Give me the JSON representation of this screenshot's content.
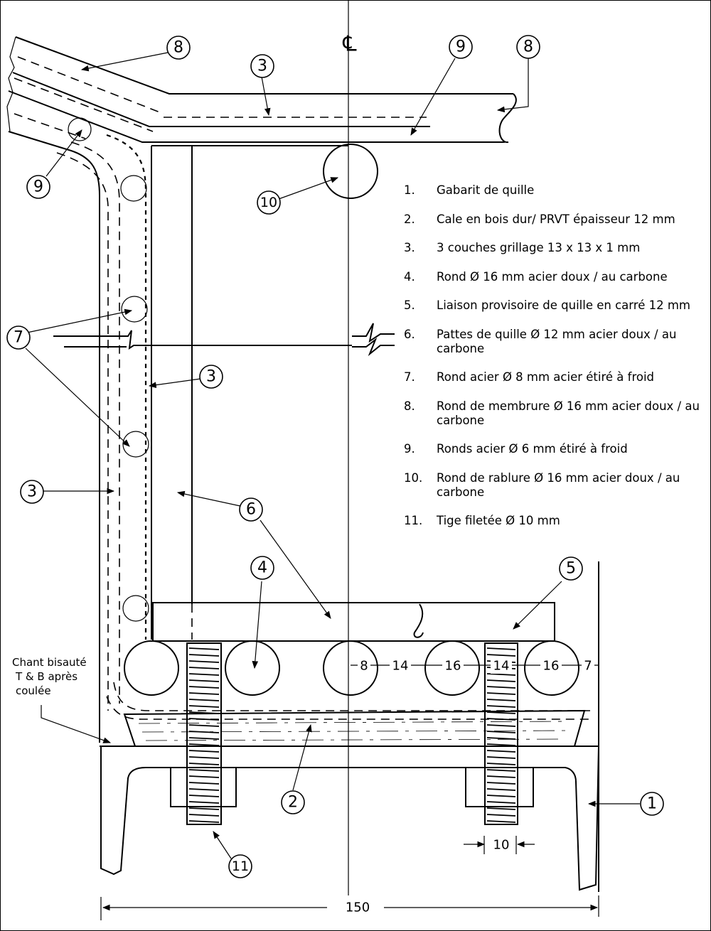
{
  "drawing": {
    "centerline_symbol": "℄",
    "overall_width_dimension": "150",
    "rod_spacing_dimensions": [
      "8",
      "14",
      "16",
      "14",
      "16",
      "7"
    ],
    "threaded_rod_width_dimension": "10",
    "edge_note": [
      "Chant bisauté",
      "T & B après",
      "coulée"
    ],
    "callouts": {
      "c8_top_left": "8",
      "c3_top": "3",
      "c9_top": "9",
      "c8_top_right": "8",
      "c9_left": "9",
      "c10": "10",
      "c7": "7",
      "c3_mid": "3",
      "c3_left": "3",
      "c6": "6",
      "c4": "4",
      "c5": "5",
      "c2": "2",
      "c11": "11",
      "c1": "1"
    }
  },
  "legend": [
    {
      "num": "1.",
      "text": "Gabarit de quille"
    },
    {
      "num": "2.",
      "text": "Cale en bois dur/ PRVT épaisseur 12 mm"
    },
    {
      "num": "3.",
      "text": "3 couches grillage 13 x 13 x 1 mm"
    },
    {
      "num": "4.",
      "text": "Rond Ø 16 mm acier doux / au carbone"
    },
    {
      "num": "5.",
      "text": "Liaison provisoire de quille en carré 12 mm"
    },
    {
      "num": "6.",
      "text": "Pattes de quille Ø 12 mm acier doux / au carbone"
    },
    {
      "num": "7.",
      "text": "Rond acier Ø 8 mm acier étiré à froid"
    },
    {
      "num": "8.",
      "text": "Rond de membrure Ø 16 mm acier doux / au carbone"
    },
    {
      "num": "9.",
      "text": "Ronds acier Ø 6 mm étiré à froid"
    },
    {
      "num": "10.",
      "text": "Rond de rablure Ø 16 mm acier doux / au carbone"
    },
    {
      "num": "11.",
      "text": "Tige filetée Ø 10 mm"
    }
  ]
}
